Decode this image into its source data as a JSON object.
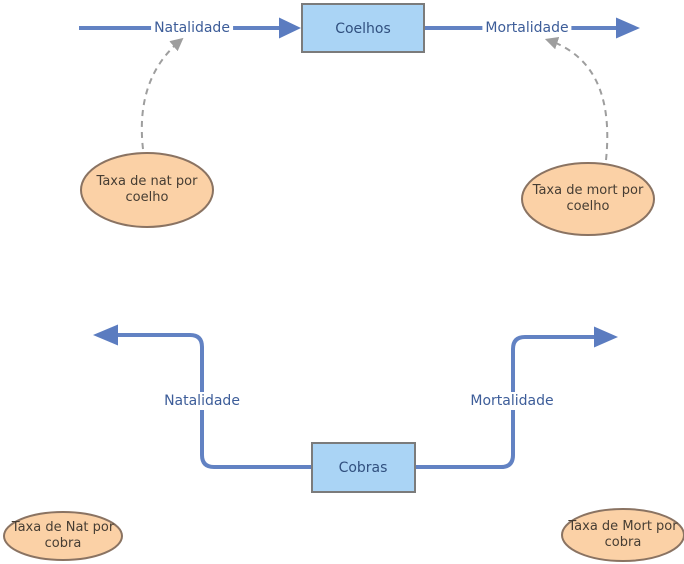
{
  "diagram": {
    "language": "pt",
    "stocks": {
      "coelhos": {
        "label": "Coelhos"
      },
      "cobras": {
        "label": "Cobras"
      }
    },
    "flows": {
      "rabbit_birth": {
        "label": "Natalidade"
      },
      "rabbit_death": {
        "label": "Mortalidade"
      },
      "snake_birth": {
        "label": "Natalidade"
      },
      "snake_death": {
        "label": "Mortalidade"
      }
    },
    "variables": {
      "rabbit_birth_rate": {
        "line1": "Taxa de nat por",
        "line2": "coelho"
      },
      "rabbit_death_rate": {
        "line1": "Taxa de mort por",
        "line2": "coelho"
      },
      "snake_birth_rate": {
        "line1": "Taxa de Nat por",
        "line2": "cobra"
      },
      "snake_death_rate": {
        "line1": "Taxa de Mort por",
        "line2": "cobra"
      }
    }
  },
  "colors": {
    "flow_line": "#6282c3",
    "arrow_fill": "#5b7cc0",
    "stock_fill": "#aad4f5",
    "stock_border": "#7b7b7b",
    "stock_text": "#31507f",
    "variable_fill": "#fbd1a6",
    "variable_border": "#8a7362",
    "variable_text": "#463d33",
    "flow_label_text": "#3d5d99",
    "link_color": "#9e9e9e",
    "bg": "#ffffff"
  }
}
